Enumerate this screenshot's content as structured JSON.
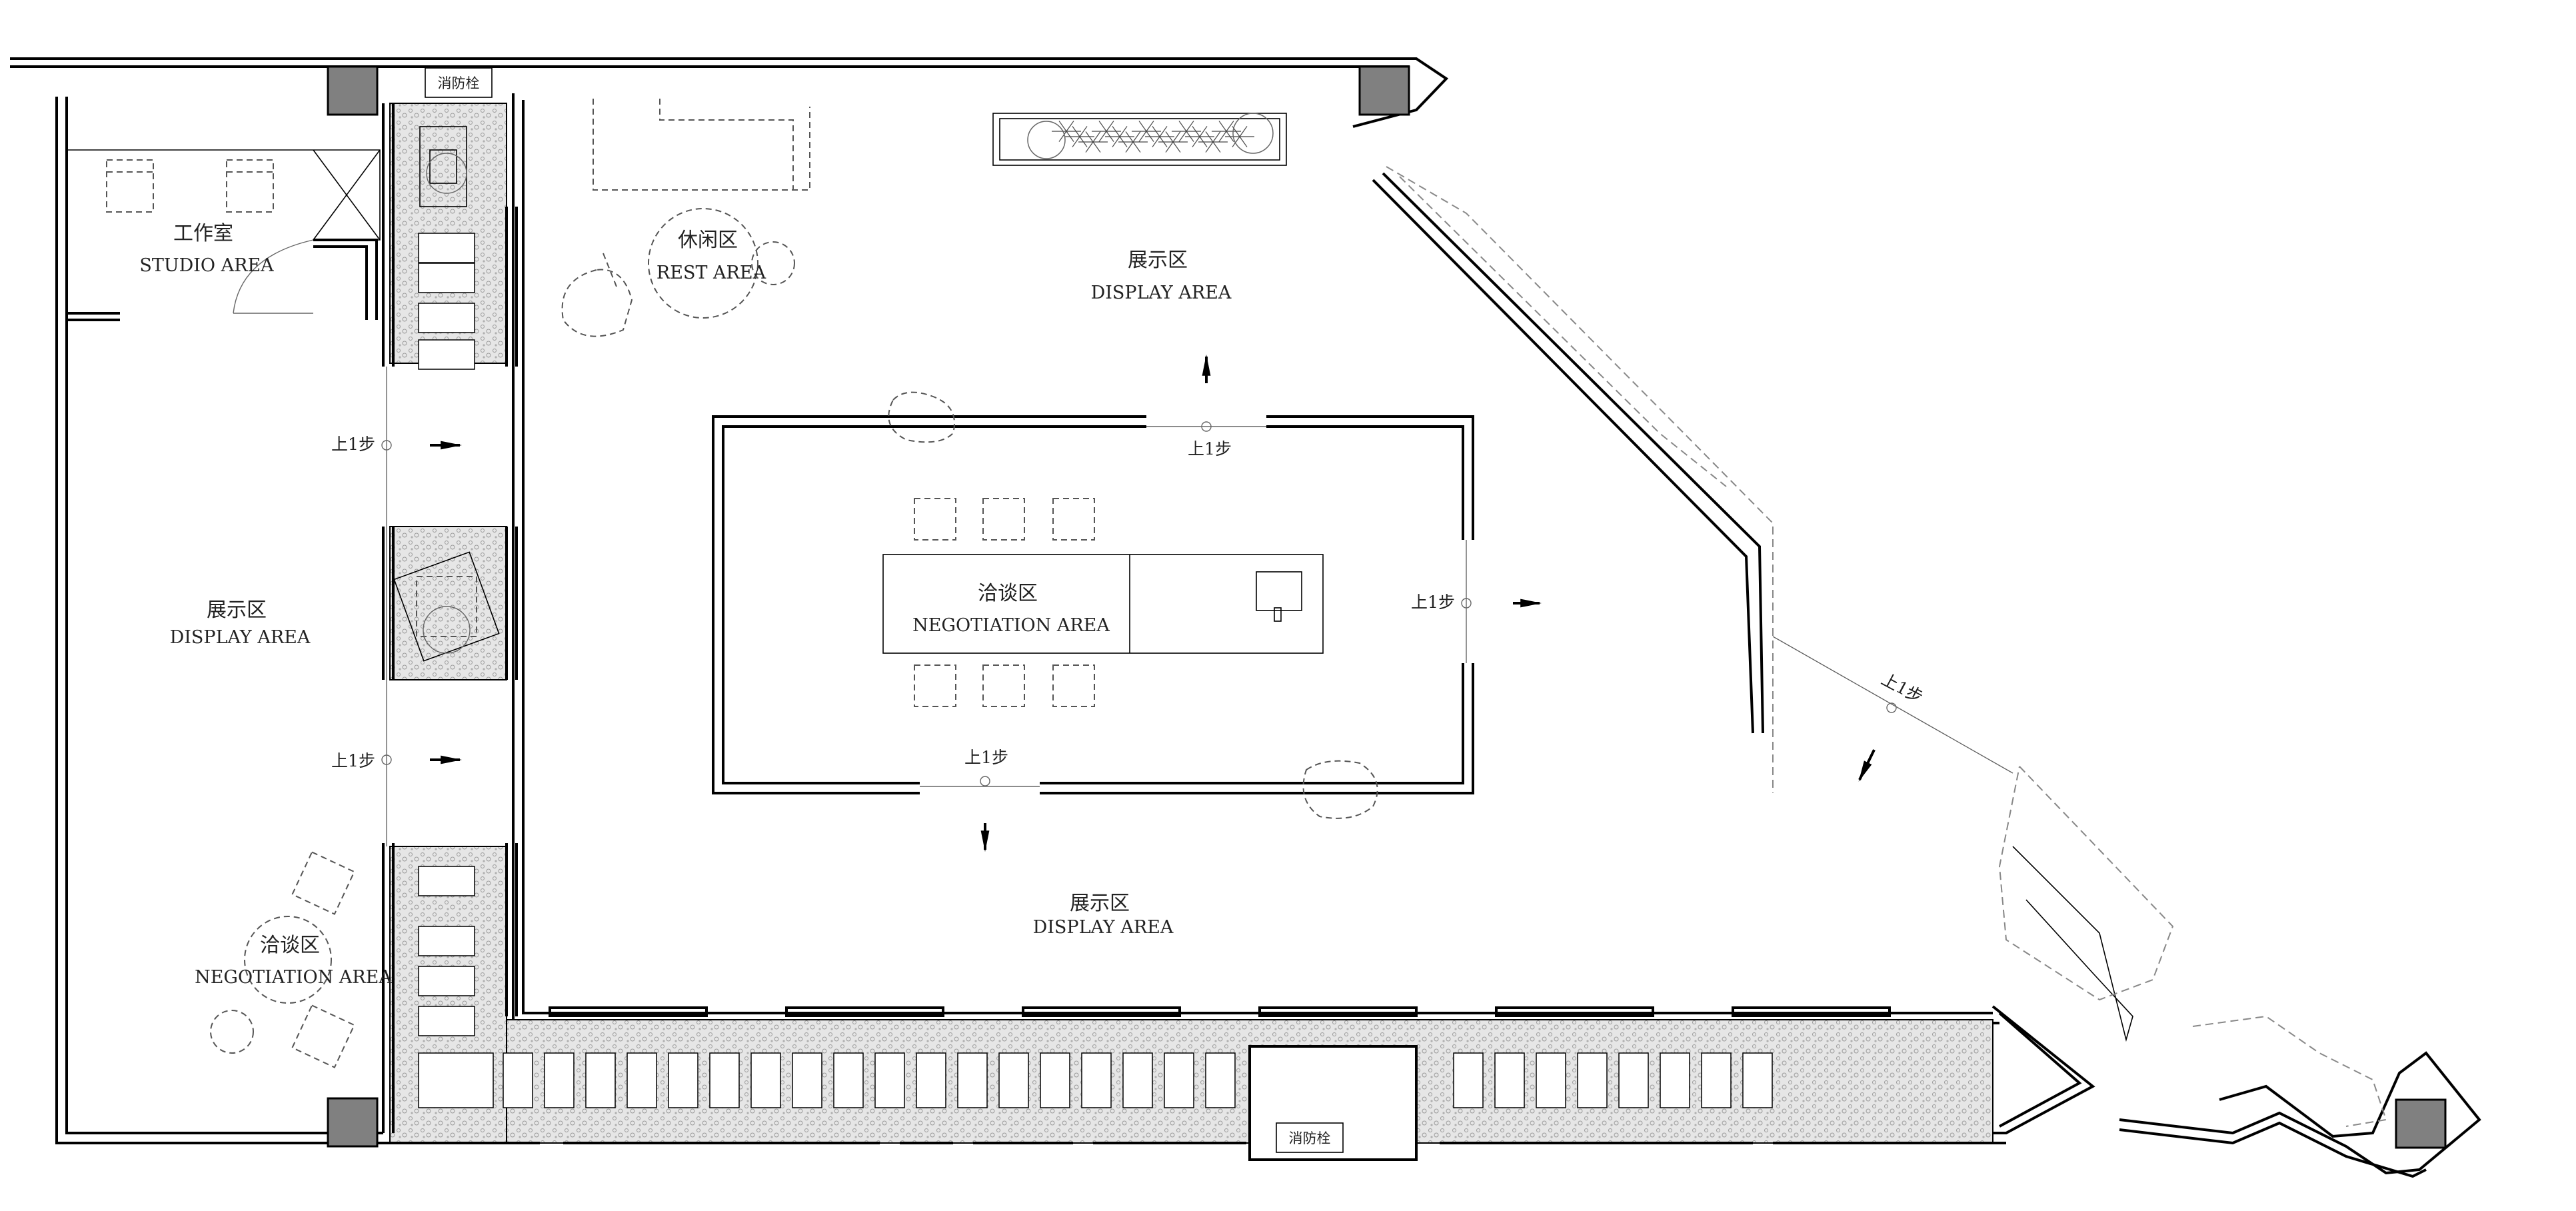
{
  "title": "",
  "zones": {
    "studio": {
      "zh": "工作室",
      "en": "STUDIO AREA"
    },
    "rest": {
      "zh": "休闲区",
      "en": "REST AREA"
    },
    "display_top": {
      "zh": "展示区",
      "en": "DISPLAY AREA"
    },
    "display_left": {
      "zh": "展示区",
      "en": "DISPLAY AREA"
    },
    "display_bottom": {
      "zh": "展示区",
      "en": "DISPLAY AREA"
    },
    "negotiation_center": {
      "zh": "洽谈区",
      "en": "NEGOTIATION AREA"
    },
    "negotiation_left": {
      "zh": "洽谈区",
      "en": "NEGOTIATION AREA"
    }
  },
  "step_label": "上1步",
  "hydrant_label": "消防栓",
  "colors": {
    "line": "#000000",
    "column": "#808080",
    "paving": "#d9d9d9",
    "paper": "#ffffff"
  }
}
